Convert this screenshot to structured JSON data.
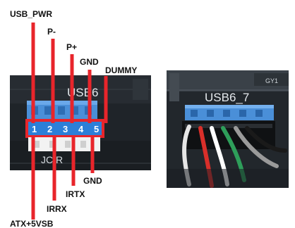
{
  "left_photo": {
    "silkscreen_top": "USB6",
    "silkscreen_bottom": "JCIR",
    "pin_numbers": [
      "1",
      "2",
      "3",
      "4",
      "5"
    ],
    "top_labels": [
      "USB_PWR",
      "P-",
      "P+",
      "GND",
      "DUMMY"
    ],
    "bottom_labels": [
      "ATX+5VSB",
      "IRRX",
      "IRTX",
      "GND"
    ]
  },
  "right_photo": {
    "silkscreen_main": "USB6_7",
    "silkscreen_corner": "GY1"
  },
  "colors": {
    "callout_red": "#e8252b",
    "header_blue": "#4a8fd8",
    "connector_white": "#f2f2f2",
    "board_dark": "#1e2328"
  }
}
